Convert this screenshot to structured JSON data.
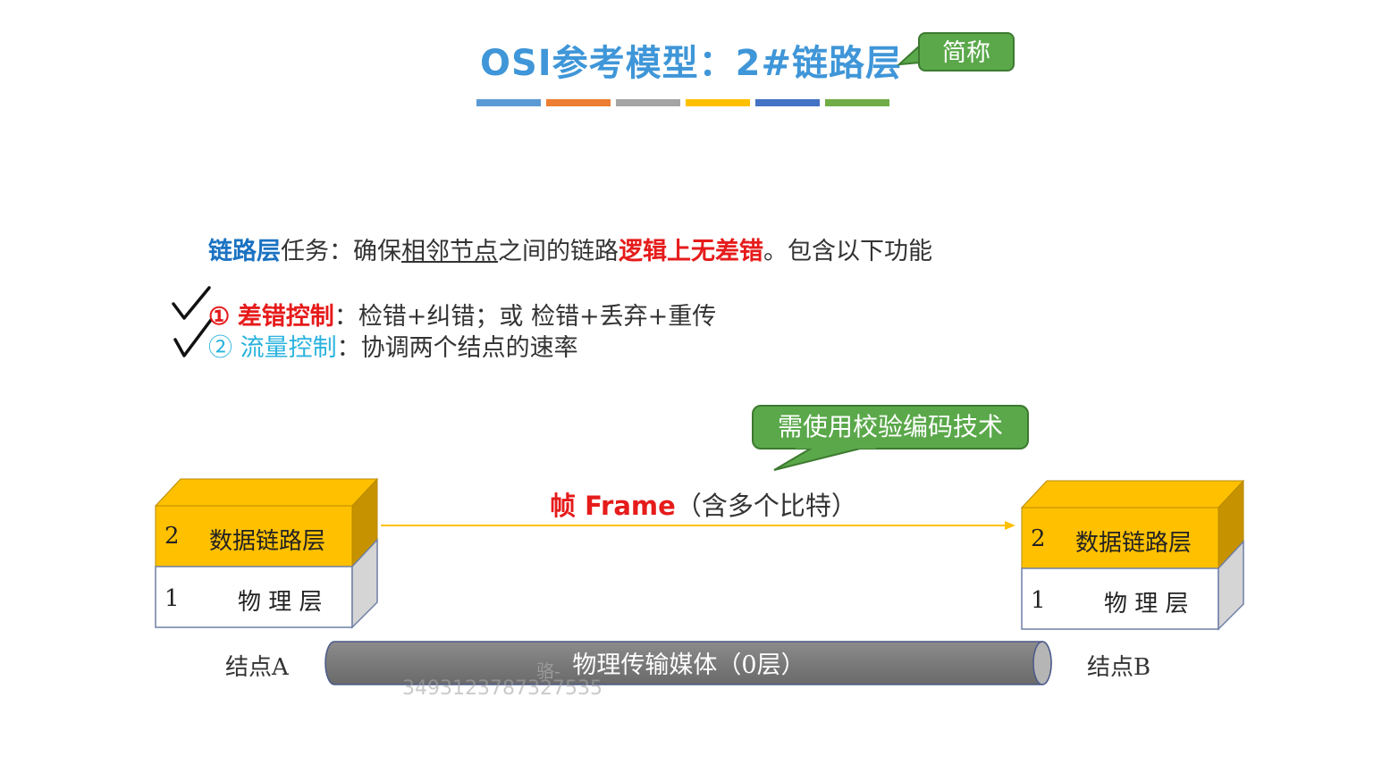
{
  "title": {
    "prefix": "OSI参考模型：",
    "main": "2#链路层"
  },
  "callout_top": "简称",
  "colors": {
    "bars": [
      "#5b9bd5",
      "#ed7d31",
      "#a5a5a5",
      "#ffc000",
      "#4472c4",
      "#70ad47"
    ],
    "callout_green": "#5aa84a",
    "red": "#e61b1b",
    "blue": "#1a72c2",
    "cyan": "#2ab3de",
    "layer_gold": "#ffc000",
    "pipe_gray": "#7f7f7f"
  },
  "task": {
    "a": "链路层",
    "b": "任务：确保",
    "c": "相邻节点",
    "d": "之间的链路",
    "e": "逻辑上无差错",
    "f": "。包含以下功能"
  },
  "items": [
    {
      "num": "①",
      "name": "差错控制",
      "colon": "：",
      "desc": "检错+纠错；或 检错+丢弃+重传"
    },
    {
      "num": "②",
      "name": "流量控制",
      "colon": "：",
      "desc": "协调两个结点的速率"
    }
  ],
  "callout_mid": "需使用校验编码技术",
  "frame": {
    "bold": "帧 Frame",
    "rest": "（含多个比特）"
  },
  "nodeA": {
    "layer2_num": "2",
    "layer2_name": "数据链路层",
    "layer1_num": "1",
    "layer1_name": "物 理 层",
    "label": "结点A"
  },
  "nodeB": {
    "layer2_num": "2",
    "layer2_name": "数据链路层",
    "layer1_num": "1",
    "layer1_name": "物 理 层",
    "label": "结点B"
  },
  "pipe": "物理传输媒体（0层）",
  "watermark": {
    "a": "骆-",
    "b": "3493123787327535"
  }
}
